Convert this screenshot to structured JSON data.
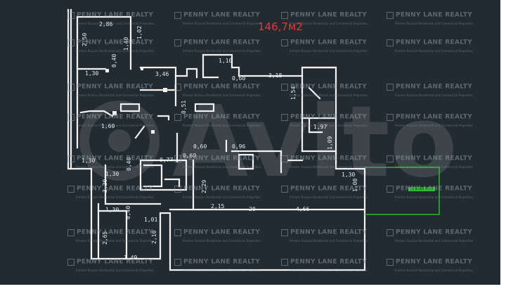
{
  "total_area": "146,7м2",
  "watermark": {
    "name": "PENNY LANE REALTY",
    "subtitle": "Premier Russian Residential and Commercial Properties"
  },
  "avito_watermark": "Avito",
  "terrace_tag": "ЗЕЛЕНАЯ ЗОНА",
  "dims": {
    "d286": "2,86",
    "d250": "2,50",
    "d102": "1,02",
    "d130a": "1,30",
    "d040a": "0,40",
    "d140": "1,40",
    "d346": "3,46",
    "d110": "1,10",
    "d060a": "0,60",
    "d318": "3,18",
    "d154": "1,54",
    "d051": "0,51",
    "d160": "1,60",
    "d197": "1,97",
    "d060b": "0,60",
    "d096": "0,96",
    "d060c": "0,60",
    "d109": "1,09",
    "d040b": "0,40",
    "d077": "0,77",
    "d130b": "1,30",
    "d130c": "1,30",
    "d130d": "1,30",
    "d100": "1,00",
    "d320": "3,20",
    "d229": "2,29",
    "d215": "2,15",
    "d20": "20",
    "d466": "4,66",
    "d040c": "0,40",
    "d101": "1,01",
    "d210": "2,10",
    "d265": "2,65",
    "d149": "1,49"
  }
}
